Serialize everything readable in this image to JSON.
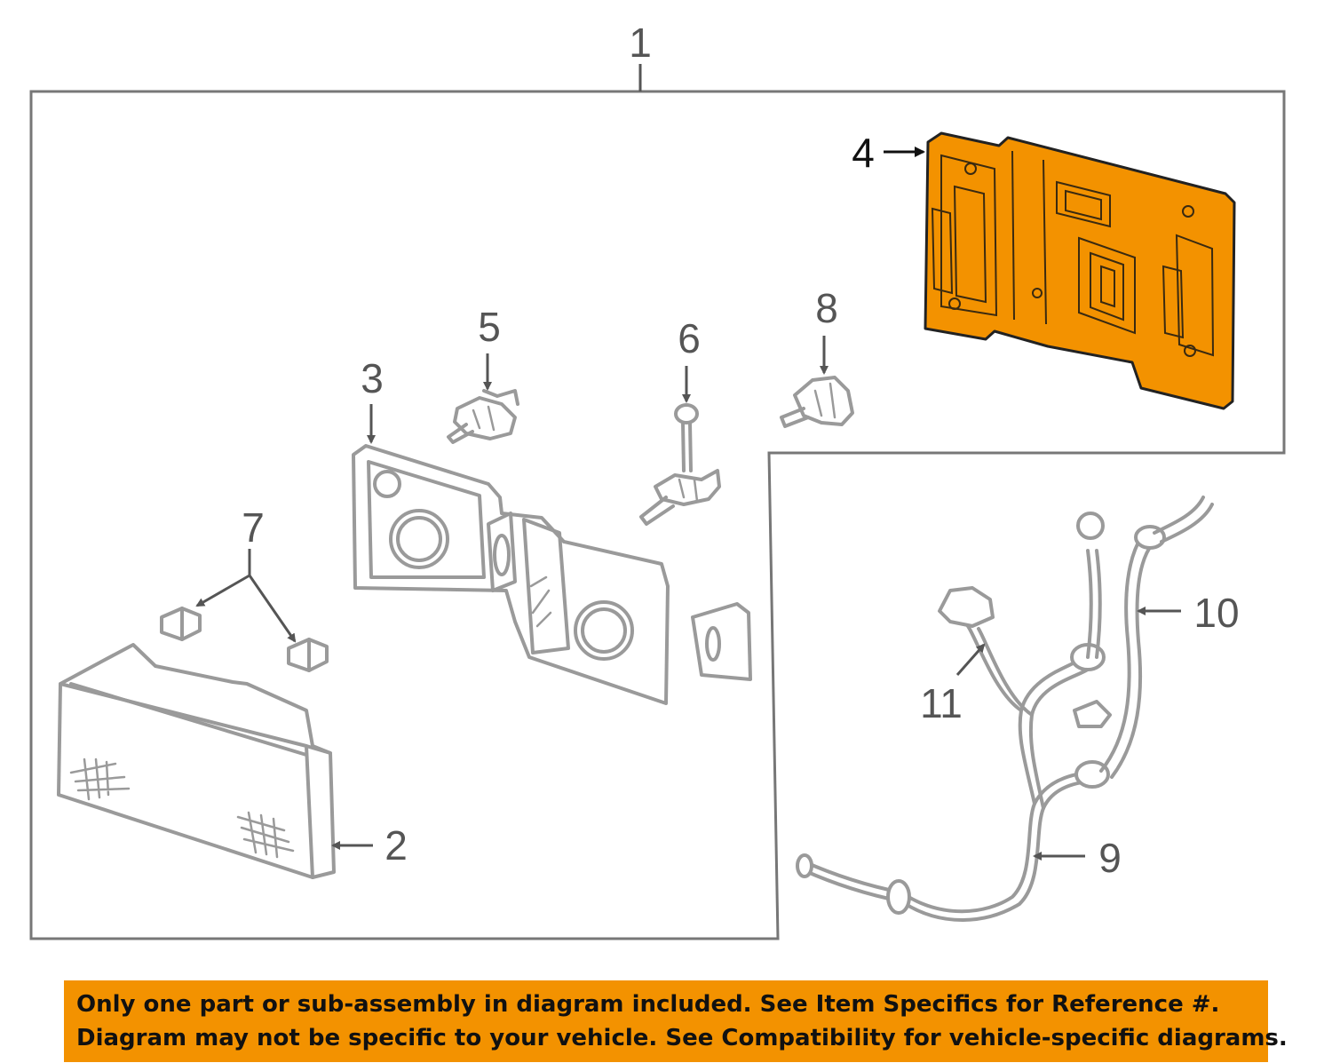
{
  "diagram": {
    "callouts": [
      "1",
      "2",
      "3",
      "4",
      "5",
      "6",
      "7",
      "8",
      "9",
      "10",
      "11"
    ],
    "highlight_color": "#f39200",
    "highlighted_part": "4"
  },
  "notice": {
    "line1": "Only one part or sub-assembly in diagram included. See Item Specifics for Reference #.",
    "line2": "Diagram may not be specific to your vehicle. See Compatibility for vehicle-specific diagrams."
  }
}
